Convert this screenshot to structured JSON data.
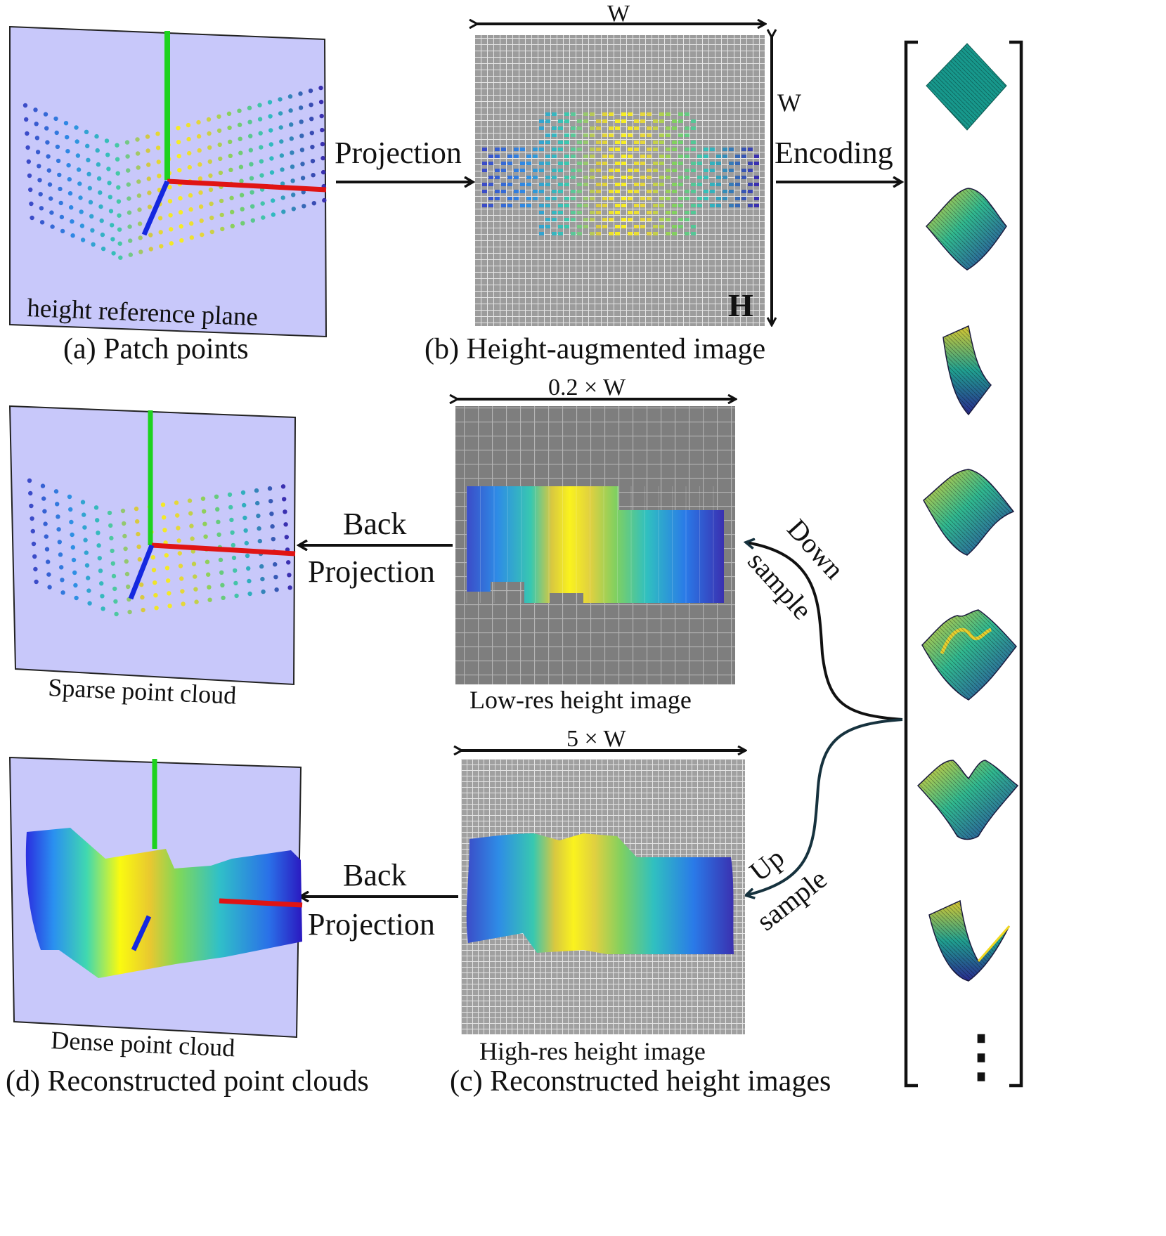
{
  "labels": {
    "cap_a": "(a) Patch points",
    "cap_b": "(b) Height-augmented image",
    "cap_c": "(c) Reconstructed height images",
    "cap_d": "(d) Reconstructed point clouds",
    "ref_plane": "height reference plane",
    "sparse": "Sparse point cloud",
    "dense": "Dense point cloud",
    "lowres": "Low-res height image",
    "highres": "High-res height image",
    "projection": "Projection",
    "encoding": "Encoding",
    "back": "Back",
    "back_proj": "Projection",
    "back2": "Back",
    "back_proj2": "Projection",
    "down": "Down",
    "down_sample": "sample",
    "up": "Up",
    "up_sample": "sample",
    "w_top": "W",
    "w_side": "W",
    "h_corner": "H",
    "w_low": "0.2 × W",
    "w_high": "5 × W",
    "ellipsis": "⋮"
  },
  "colors": {
    "plane": "#c8c8fa",
    "plane_border": "#222222",
    "grid_bg": "#9a9a9a",
    "lowres_bg": "#808080",
    "axis_green": "#1ed21e",
    "axis_red": "#e01414",
    "axis_blue": "#1428e0",
    "basis_teal": "#17988c"
  },
  "basis_surfaces": [
    "flat-basis-icon",
    "wave-basis-icon",
    "ramp-basis-icon",
    "saddle-basis-icon",
    "ripple-basis-icon",
    "peaks-basis-icon",
    "trough-basis-icon"
  ]
}
